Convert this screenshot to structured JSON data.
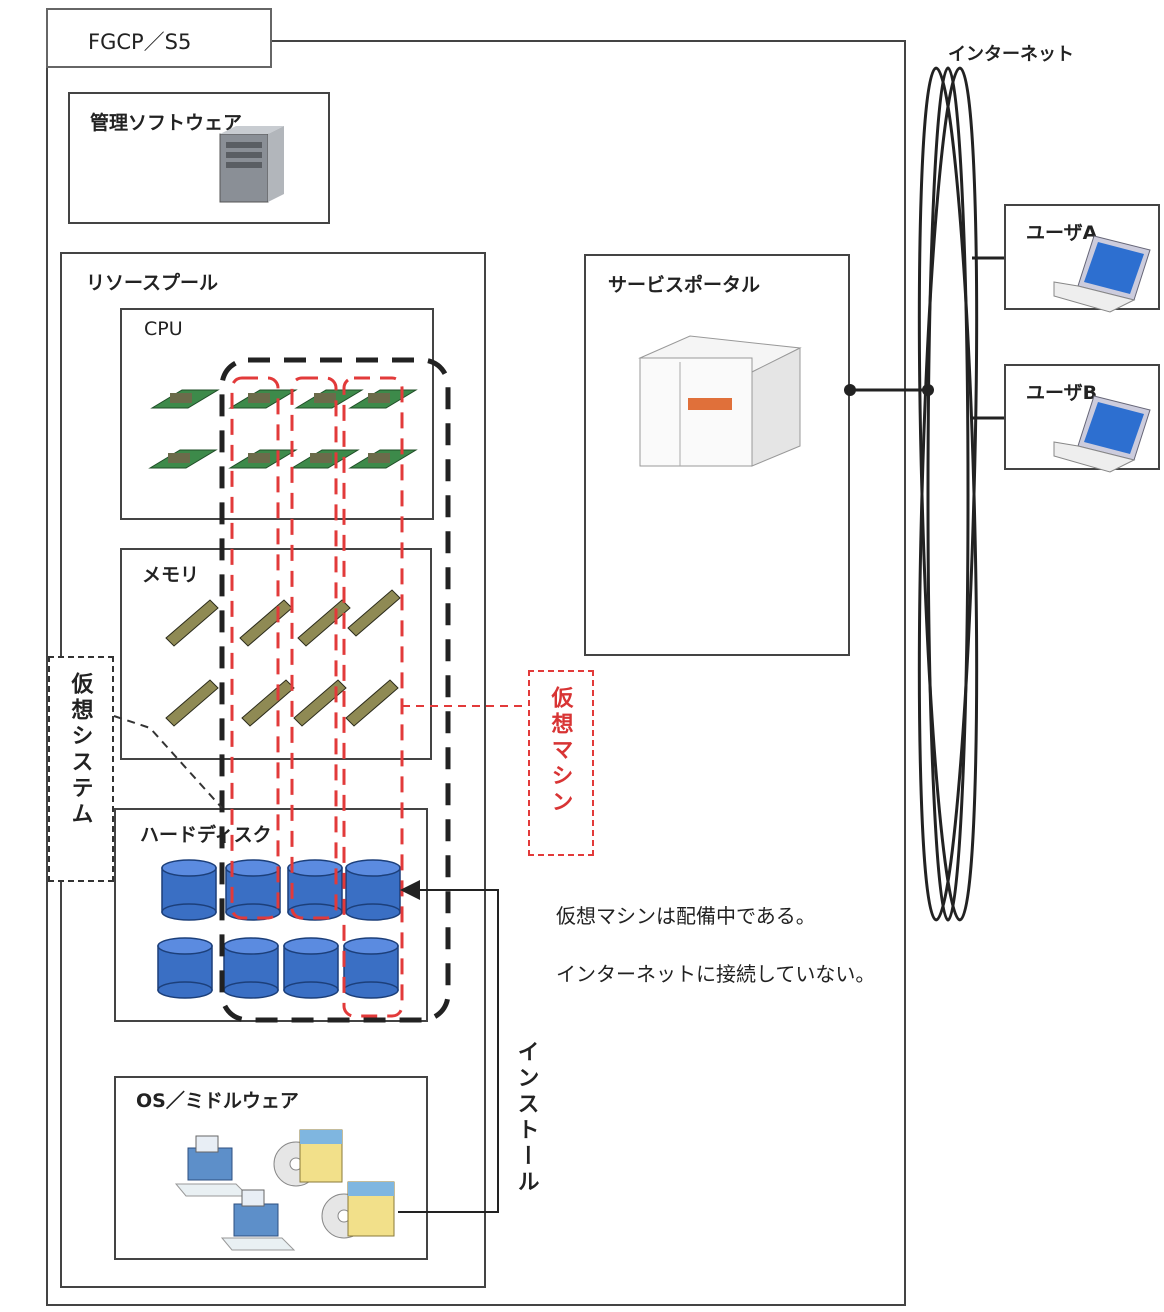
{
  "system_label": "FGCP／S5",
  "management": {
    "label": "管理ソフトウェア"
  },
  "resource_pool": {
    "label": "リソースプール",
    "cpu": {
      "label": "CPU"
    },
    "memory": {
      "label": "メモリ"
    },
    "disk": {
      "label": "ハードディスク"
    },
    "os": {
      "label": "OS／ミドルウェア"
    }
  },
  "virtual_system": {
    "label": "仮想システム"
  },
  "virtual_machine": {
    "label": "仮想マシン"
  },
  "install": {
    "label": "インストール"
  },
  "service_portal": {
    "label": "サービスポータル"
  },
  "internet": {
    "label": "インターネット"
  },
  "users": [
    {
      "label": "ユーザA"
    },
    {
      "label": "ユーザB"
    }
  ],
  "notes": {
    "line1": "仮想マシンは配備中である。",
    "line2": "インターネットに接続していない。"
  },
  "colors": {
    "line": "#444444",
    "vm_dash": "#e23a3a",
    "vs_dash": "#222222",
    "disk_blue": "#3a6fc4",
    "cpu_green": "#3d8a4a",
    "laptop_screen": "#2d6fd0",
    "portal_orange": "#e0703a"
  }
}
